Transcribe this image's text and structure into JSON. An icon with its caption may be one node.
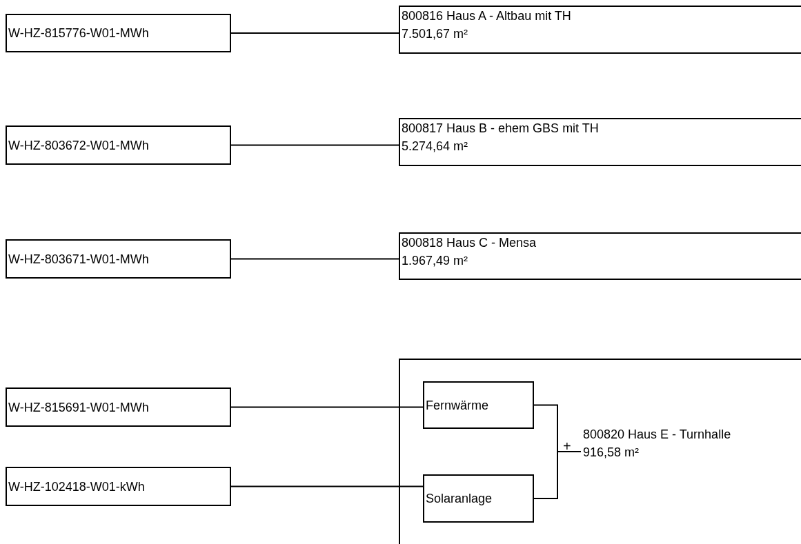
{
  "diagram": {
    "nodes": [
      {
        "text": [
          "W-HZ-815776-W01-MWh"
        ]
      },
      {
        "text": [
          "800816 Haus A - Altbau mit TH",
          "7.501,67 m²"
        ]
      },
      {
        "text": [
          "W-HZ-803672-W01-MWh"
        ]
      },
      {
        "text": [
          "800817 Haus B - ehem GBS mit TH",
          "5.274,64 m²"
        ]
      },
      {
        "text": [
          "W-HZ-803671-W01-MWh"
        ]
      },
      {
        "text": [
          "800818 Haus C - Mensa",
          "1.967,49 m²"
        ]
      },
      {
        "text": [
          "W-HZ-815691-W01-MWh"
        ]
      },
      {
        "text": [
          "W-HZ-102418-W01-kWh"
        ]
      },
      {
        "text": [],
        "shape": "box"
      },
      {
        "text": [
          "Fernwärme"
        ],
        "in": 8
      },
      {
        "text": [
          "Solaranlage"
        ],
        "in": 8
      },
      {
        "text": [
          "800820 Haus E - Turnhalle",
          "916,58 m²"
        ],
        "in": 8
      }
    ],
    "edges": [
      {
        "from": 0,
        "to": 1,
        "arrow": "none"
      },
      {
        "from": 2,
        "to": 3,
        "arrow": "none"
      },
      {
        "from": 4,
        "to": 5,
        "arrow": "none"
      },
      {
        "from": 6,
        "to": 9,
        "arrow": "none"
      },
      {
        "from": 7,
        "to": 10,
        "arrow": "none"
      },
      {
        "from": 9,
        "to": 11,
        "arrow": "none"
      },
      {
        "from": 10,
        "to": 11,
        "arrow": "none"
      }
    ],
    "labels": [
      "+"
    ]
  }
}
